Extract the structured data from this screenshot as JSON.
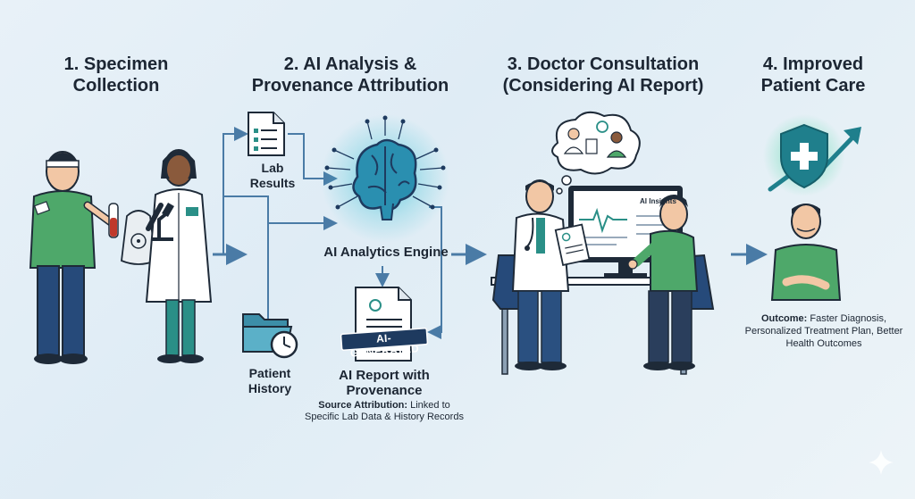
{
  "steps": {
    "s1": "1. Specimen\nCollection",
    "s2": "2. AI Analysis &\nProvenance Attribution",
    "s3": "3. Doctor Consultation\n(Considering AI Report)",
    "s4": "4. Improved\nPatient Care"
  },
  "labels": {
    "lab_results": "Lab\nResults",
    "patient_history": "Patient\nHistory",
    "ai_engine": "AI Analytics Engine",
    "ai_report": "AI Report with\nProvenance",
    "ai_generated_stamp": "AI-GENERATED",
    "ai_insights": "AI Insights"
  },
  "notes": {
    "source_label": "Source Attribution:",
    "source_text": "Linked to Specific Lab Data & History Records",
    "outcome_label": "Outcome:",
    "outcome_text": "Faster Diagnosis, Personalized Treatment Plan, Better Health Outcomes"
  },
  "colors": {
    "teal": "#2a8f87",
    "navy": "#1e3a5f",
    "arrow": "#4a7ba6",
    "brain_glow": "#3fc3d6",
    "shield": "#1f7f8c",
    "scrub_green": "#4ea86a"
  }
}
